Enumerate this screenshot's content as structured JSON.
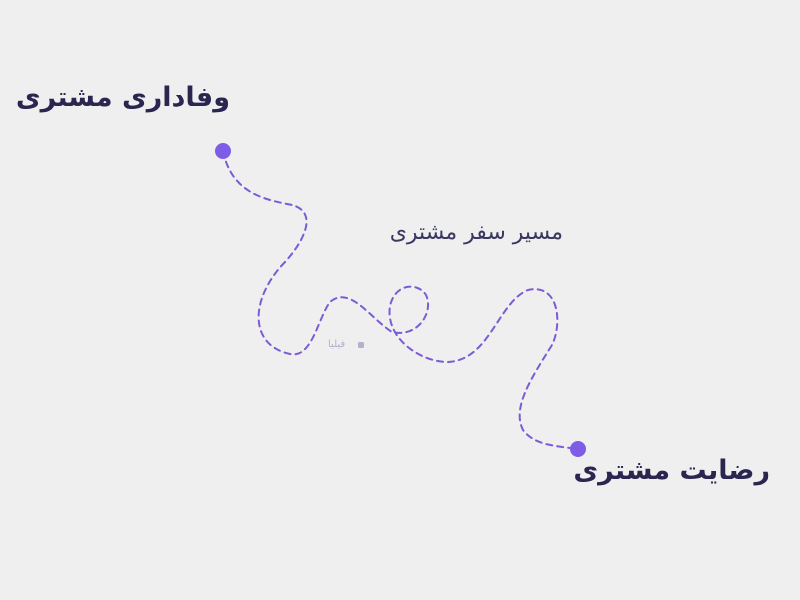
{
  "diagram": {
    "start_label": "وفاداری مشتری",
    "title": "مسیر سفر مشتری",
    "end_label": "رضایت مشتری",
    "watermark": "فیلیا"
  },
  "colors": {
    "background": "#efefef",
    "label_text": "#2a2650",
    "title_text": "#3a3860",
    "path_stroke": "#7b5bd6",
    "dot_fill": "#7f5ce8",
    "watermark": "#b4b0cc"
  }
}
